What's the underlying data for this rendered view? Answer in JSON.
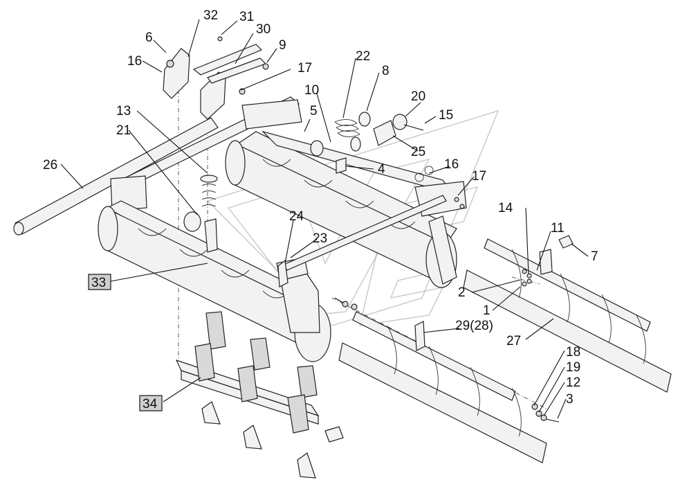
{
  "diagram": {
    "callouts": [
      {
        "id": "c32",
        "text": "32"
      },
      {
        "id": "c31",
        "text": "31"
      },
      {
        "id": "c30",
        "text": "30"
      },
      {
        "id": "c6",
        "text": "6"
      },
      {
        "id": "c9",
        "text": "9"
      },
      {
        "id": "c16a",
        "text": "16"
      },
      {
        "id": "c17a",
        "text": "17"
      },
      {
        "id": "c22",
        "text": "22"
      },
      {
        "id": "c8",
        "text": "8"
      },
      {
        "id": "c10",
        "text": "10"
      },
      {
        "id": "c20",
        "text": "20"
      },
      {
        "id": "c13",
        "text": "13"
      },
      {
        "id": "c5",
        "text": "5"
      },
      {
        "id": "c15",
        "text": "15"
      },
      {
        "id": "c21",
        "text": "21"
      },
      {
        "id": "c25",
        "text": "25"
      },
      {
        "id": "c16b",
        "text": "16"
      },
      {
        "id": "c26",
        "text": "26"
      },
      {
        "id": "c4",
        "text": "4"
      },
      {
        "id": "c17b",
        "text": "17"
      },
      {
        "id": "c14",
        "text": "14"
      },
      {
        "id": "c11",
        "text": "11"
      },
      {
        "id": "c24",
        "text": "24"
      },
      {
        "id": "c23",
        "text": "23"
      },
      {
        "id": "c7",
        "text": "7"
      },
      {
        "id": "c33",
        "text": "33"
      },
      {
        "id": "c2",
        "text": "2"
      },
      {
        "id": "c1",
        "text": "1"
      },
      {
        "id": "c29",
        "text": "29(28)"
      },
      {
        "id": "c27",
        "text": "27"
      },
      {
        "id": "c18",
        "text": "18"
      },
      {
        "id": "c19",
        "text": "19"
      },
      {
        "id": "c12",
        "text": "12"
      },
      {
        "id": "c34",
        "text": "34"
      },
      {
        "id": "c3",
        "text": "3"
      }
    ]
  }
}
